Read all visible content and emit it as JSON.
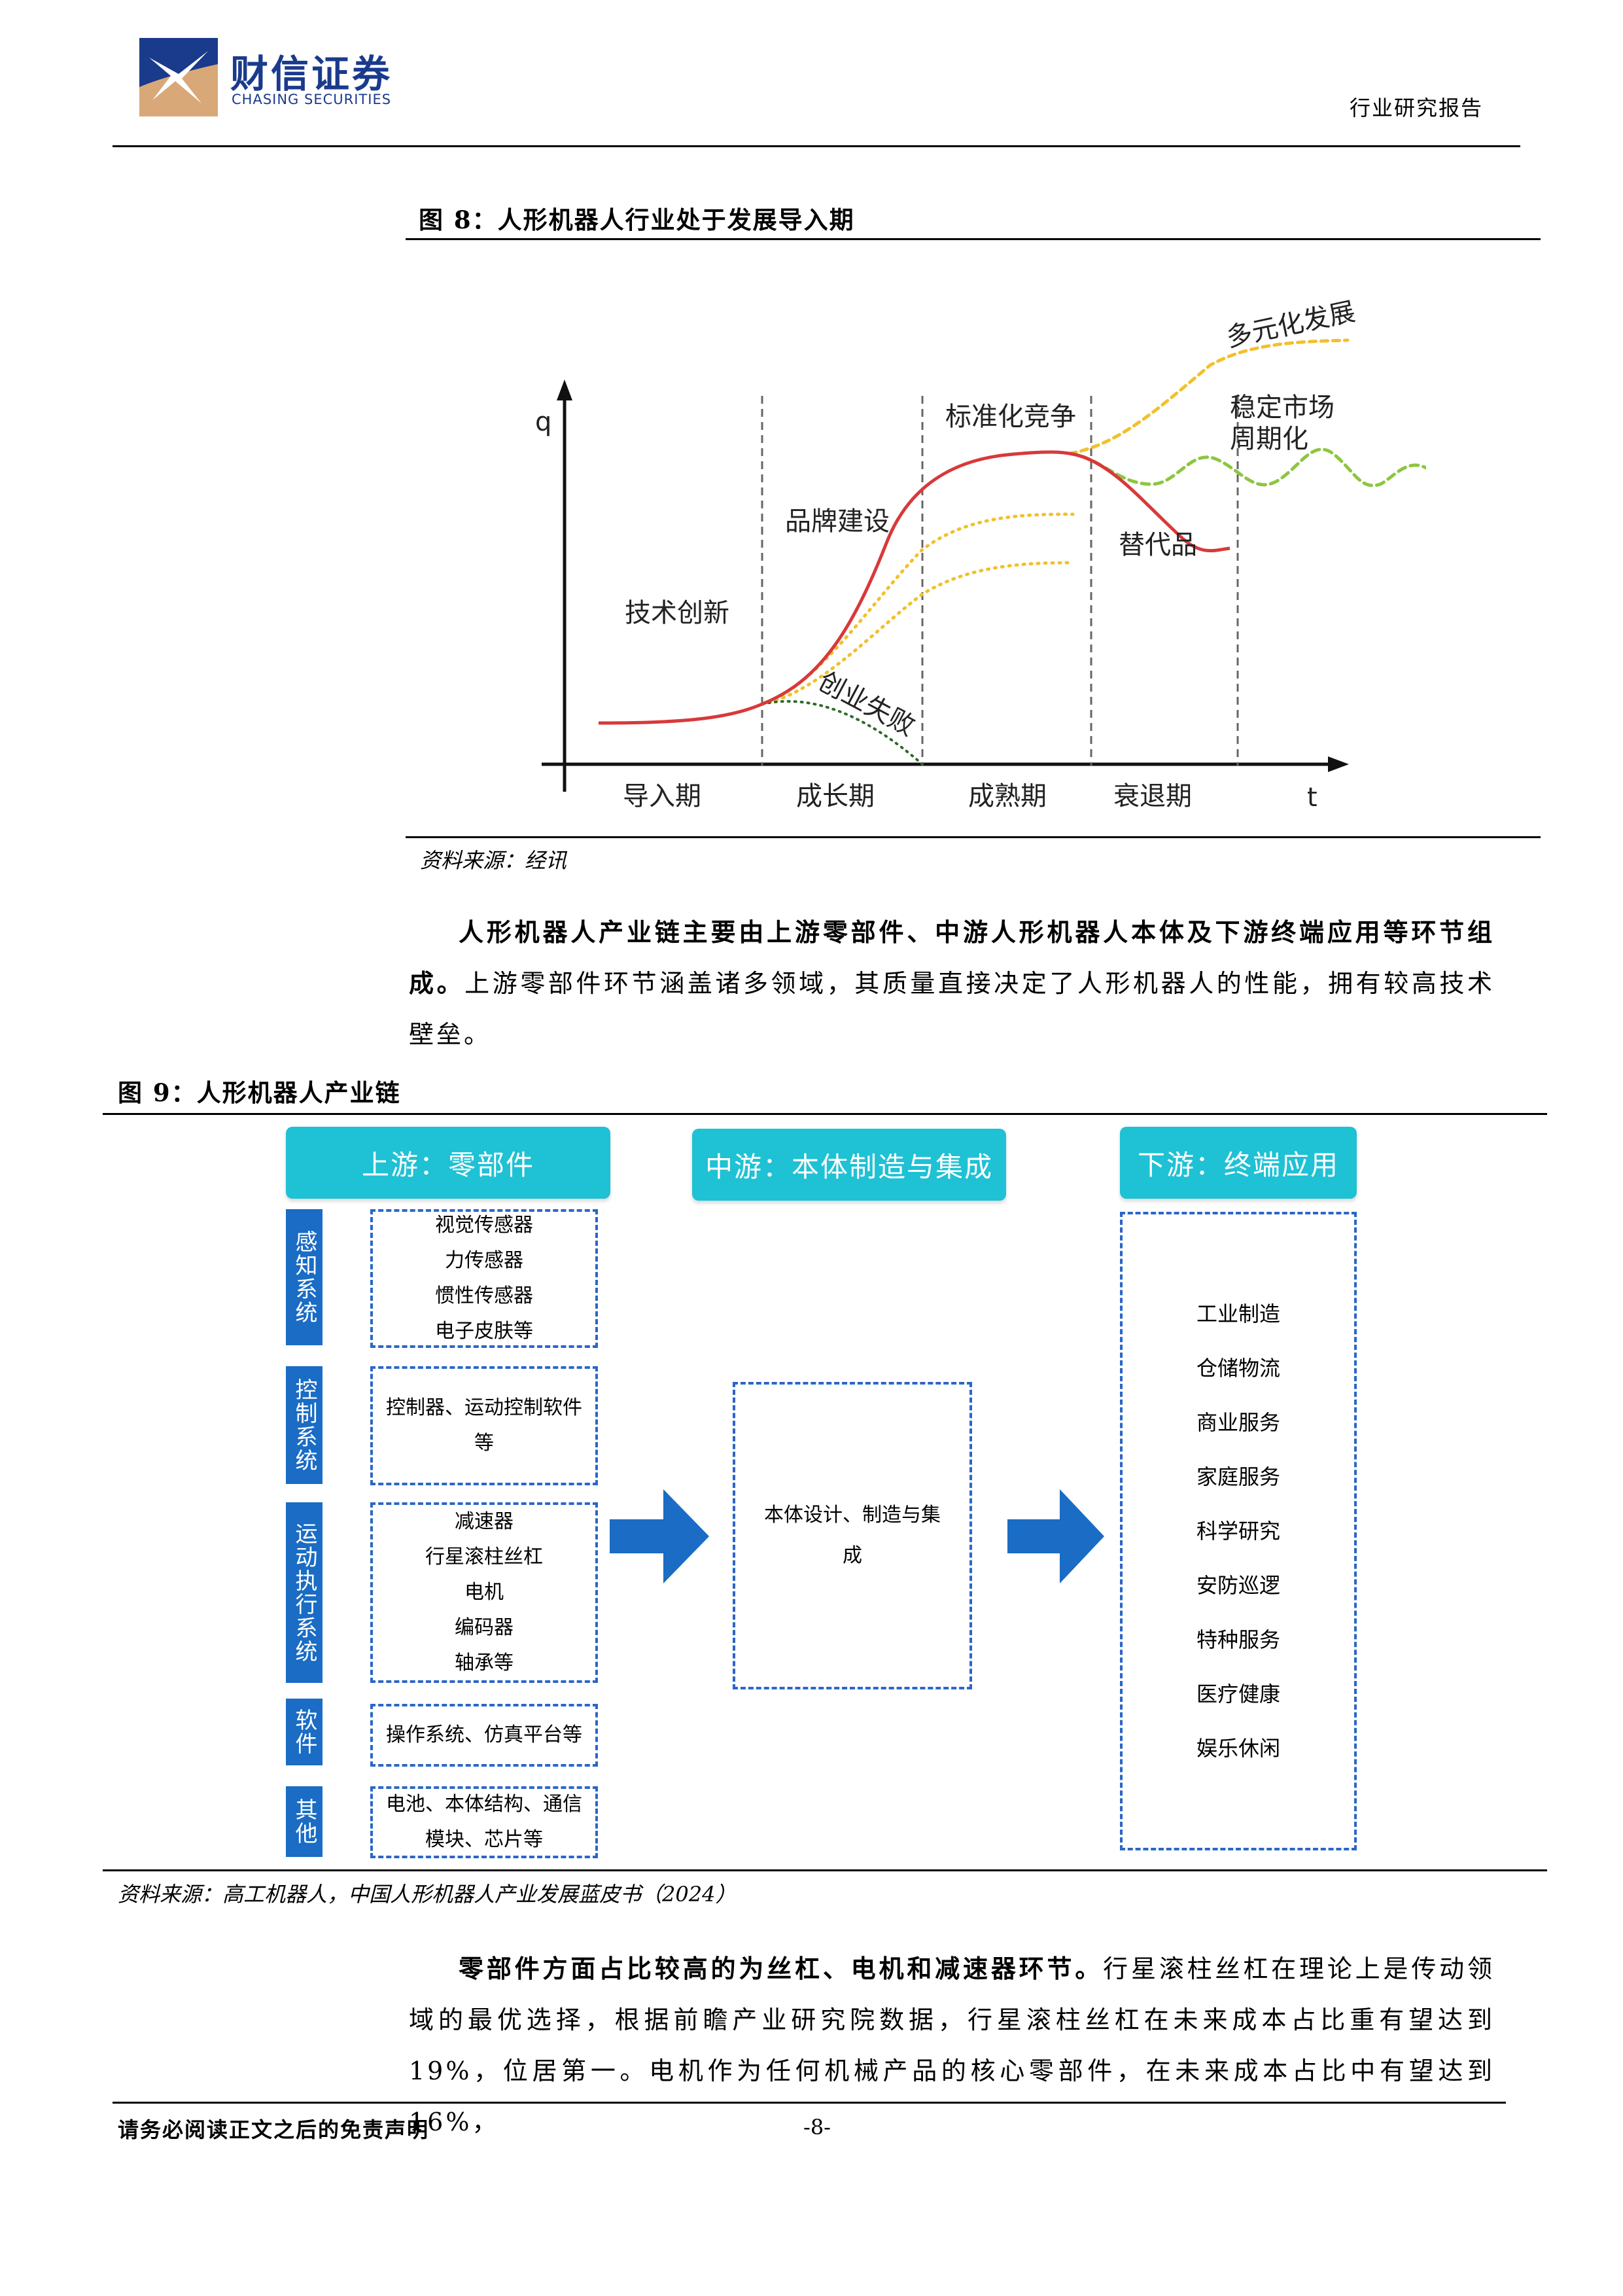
{
  "header": {
    "logo_cn": "财信证券",
    "logo_en": "CHASING SECURITIES",
    "report_type": "行业研究报告"
  },
  "figure8": {
    "title": "图 8：人形机器人行业处于发展导入期",
    "axis_y": "q",
    "axis_x": "t",
    "phases": [
      "导入期",
      "成长期",
      "成熟期",
      "衰退期"
    ],
    "labels": {
      "tech": "技术创新",
      "brand": "品牌建设",
      "standard": "标准化竞争",
      "diverse": "多元化发展",
      "stable": "稳定市场",
      "cyclic": "周期化",
      "substitute": "替代品",
      "failure": "创业失败"
    },
    "source": "资料来源：经讯"
  },
  "para1": {
    "bold": "人形机器人产业链主要由上游零部件、中游人形机器人本体及下游终端应用等环节组成。",
    "rest": "上游零部件环节涵盖诸多领域，其质量直接决定了人形机器人的性能，拥有较高技术壁垒。"
  },
  "figure9": {
    "title": "图 9：人形机器人产业链",
    "upstream_title": "上游：零部件",
    "midstream_title": "中游：本体制造与集成",
    "downstream_title": "下游：终端应用",
    "categories": [
      {
        "name": "感知系统",
        "items": [
          "视觉传感器",
          "力传感器",
          "惯性传感器",
          "电子皮肤等"
        ]
      },
      {
        "name": "控制系统",
        "items": [
          "控制器、运动控制软件",
          "等"
        ]
      },
      {
        "name": "运动执行系统",
        "items": [
          "减速器",
          "行星滚柱丝杠",
          "电机",
          "编码器",
          "轴承等"
        ]
      },
      {
        "name": "软件",
        "items": [
          "操作系统、仿真平台等"
        ]
      },
      {
        "name": "其他",
        "items": [
          "电池、本体结构、通信",
          "模块、芯片等"
        ]
      }
    ],
    "midstream_content": [
      "本体设计、制造与集",
      "成"
    ],
    "downstream_items": [
      "工业制造",
      "仓储物流",
      "商业服务",
      "家庭服务",
      "科学研究",
      "安防巡逻",
      "特种服务",
      "医疗健康",
      "娱乐休闲"
    ],
    "source": "资料来源：高工机器人，中国人形机器人产业发展蓝皮书（2024）"
  },
  "para2": {
    "bold": "零部件方面占比较高的为丝杠、电机和减速器环节。",
    "rest": "行星滚柱丝杠在理论上是传动领域的最优选择，根据前瞻产业研究院数据，行星滚柱丝杠在未来成本占比重有望达到19%，位居第一。电机作为任何机械产品的核心零部件，在未来成本占比中有望达到16%，"
  },
  "footer": {
    "disclaimer": "请务必阅读正文之后的免责声明",
    "page": "-8-"
  }
}
